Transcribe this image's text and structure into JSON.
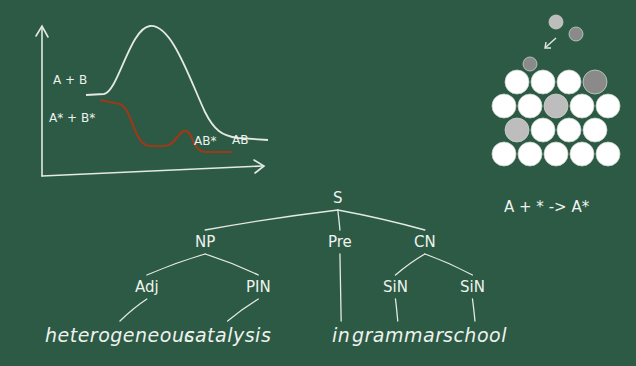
{
  "diagram": {
    "nodes": [
      {
        "text": [
          "S"
        ]
      },
      {
        "text": [
          "NP"
        ]
      },
      {
        "text": [
          "Pre"
        ]
      },
      {
        "text": [
          "CN"
        ]
      },
      {
        "text": [
          "Adj"
        ]
      },
      {
        "text": [
          "PIN"
        ]
      },
      {
        "text": [
          "SiN"
        ]
      },
      {
        "text": [
          "SiN"
        ]
      },
      {
        "text": [
          "heterogeneous"
        ]
      },
      {
        "text": [
          "catalysis"
        ]
      },
      {
        "text": [
          "in"
        ]
      },
      {
        "text": [
          "grammar"
        ]
      },
      {
        "text": [
          "school"
        ]
      }
    ],
    "edges": [
      {
        "from": 0,
        "to": 1,
        "arrow": "none"
      },
      {
        "from": 0,
        "to": 2,
        "arrow": "none"
      },
      {
        "from": 0,
        "to": 3,
        "arrow": "none"
      },
      {
        "from": 1,
        "to": 4,
        "arrow": "none"
      },
      {
        "from": 1,
        "to": 5,
        "arrow": "none"
      },
      {
        "from": 3,
        "to": 6,
        "arrow": "none"
      },
      {
        "from": 3,
        "to": 7,
        "arrow": "none"
      },
      {
        "from": 4,
        "to": 8,
        "arrow": "none"
      },
      {
        "from": 5,
        "to": 9,
        "arrow": "none"
      },
      {
        "from": 2,
        "to": 10,
        "arrow": "none"
      },
      {
        "from": 6,
        "to": 11,
        "arrow": "none"
      },
      {
        "from": 7,
        "to": 12,
        "arrow": "none"
      }
    ],
    "labels": [
      "A + B",
      "A* + B*",
      "AB*",
      "AB",
      "A + * -> A*"
    ]
  }
}
